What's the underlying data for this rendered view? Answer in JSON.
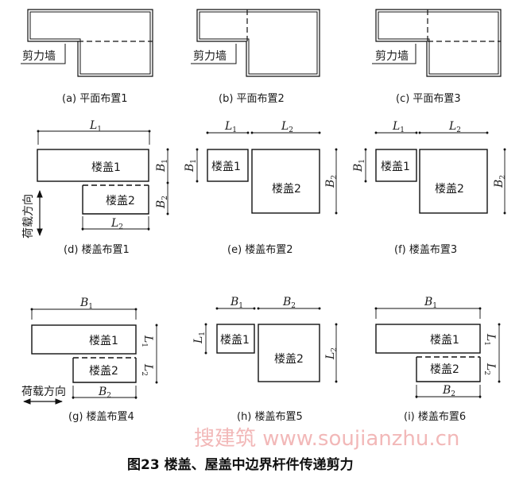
{
  "figure_title": "图23 楼盖、屋盖中边界杆件传递剪力",
  "watermark": "搜建筑 www.soujianzhu.cn",
  "shear_wall_label": "剪力墙",
  "load_direction_label": "荷载方向",
  "floor1_label": "楼盖1",
  "floor2_label": "楼盖2",
  "dims": {
    "L1": "L",
    "L2": "L",
    "B1": "B",
    "B2": "B",
    "s1": "1",
    "s2": "2"
  },
  "captions": {
    "a": "(a) 平面布置1",
    "b": "(b) 平面布置2",
    "c": "(c) 平面布置3",
    "d": "(d) 楼盖布置1",
    "e": "(e) 楼盖布置2",
    "f": "(f) 楼盖布置3",
    "g": "(g) 楼盖布置4",
    "h": "(h) 楼盖布置5",
    "i": "(i) 楼盖布置6"
  }
}
